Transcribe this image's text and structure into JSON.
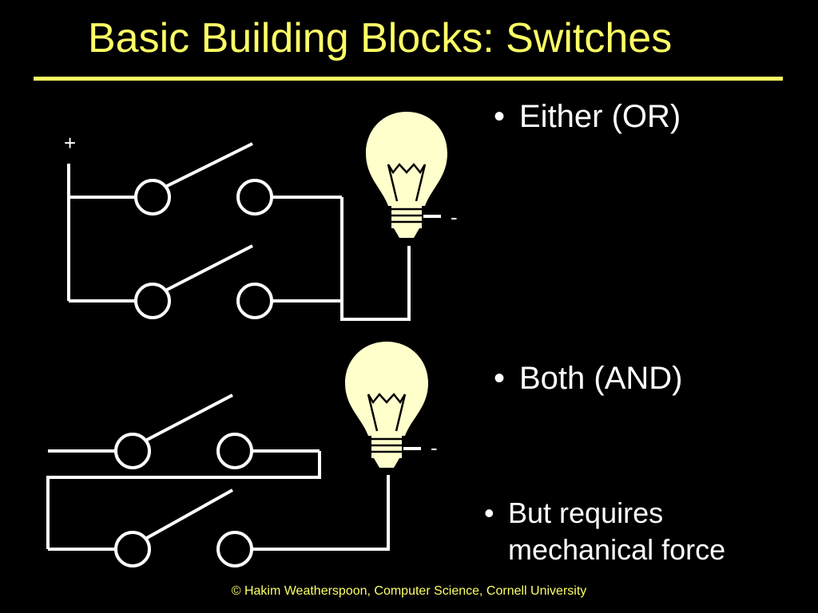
{
  "slide": {
    "title": "Basic Building Blocks: Switches",
    "footer": "© Hakim Weatherspoon, Computer Science, Cornell University",
    "accent_color": "#ffff66"
  },
  "bullets": [
    {
      "text": "Either (OR)"
    },
    {
      "text": "Both (AND)"
    },
    {
      "text": "But requires\nmechanical force"
    }
  ],
  "diagram": {
    "or_circuit": {
      "plus_label": "+",
      "minus_label": "-"
    },
    "and_circuit": {
      "minus_label": "-"
    },
    "bulb_color": "#ffffcc"
  }
}
